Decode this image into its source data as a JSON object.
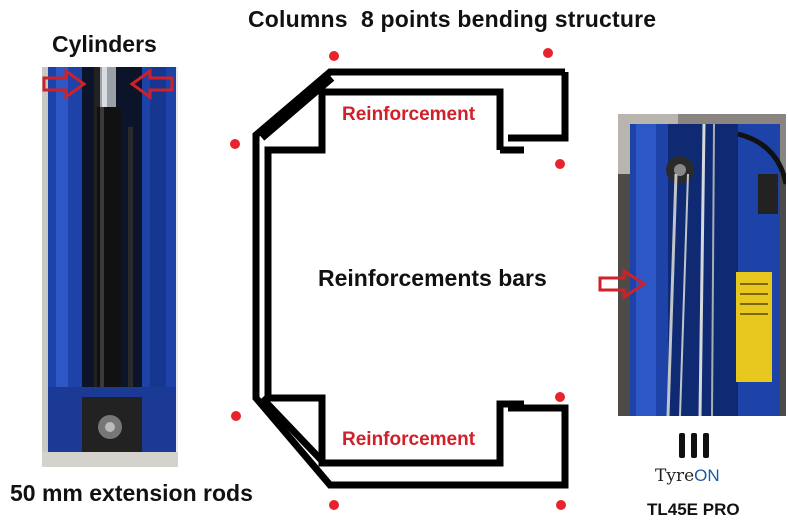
{
  "title": "Columns  8 points bending structure",
  "labels": {
    "cylinders": "Cylinders",
    "extension_rods": "50 mm extension rods",
    "reinforcement_top": "Reinforcement",
    "reinforcement_bottom": "Reinforcement",
    "reinforcement_bars": "Reinforcements bars"
  },
  "brand": {
    "name_prefix": "Tyre",
    "name_suffix": "ON",
    "model": "TL45E PRO"
  },
  "colors": {
    "marker_red": "#e8232b",
    "arrow_red": "#d0202a",
    "column_blue": "#1e43a8",
    "profile_black": "#000000",
    "brand_blue": "#1b5aa8"
  },
  "icons": [
    "arrow-right-icon",
    "arrow-left-icon",
    "tyreon-logo-icon"
  ]
}
